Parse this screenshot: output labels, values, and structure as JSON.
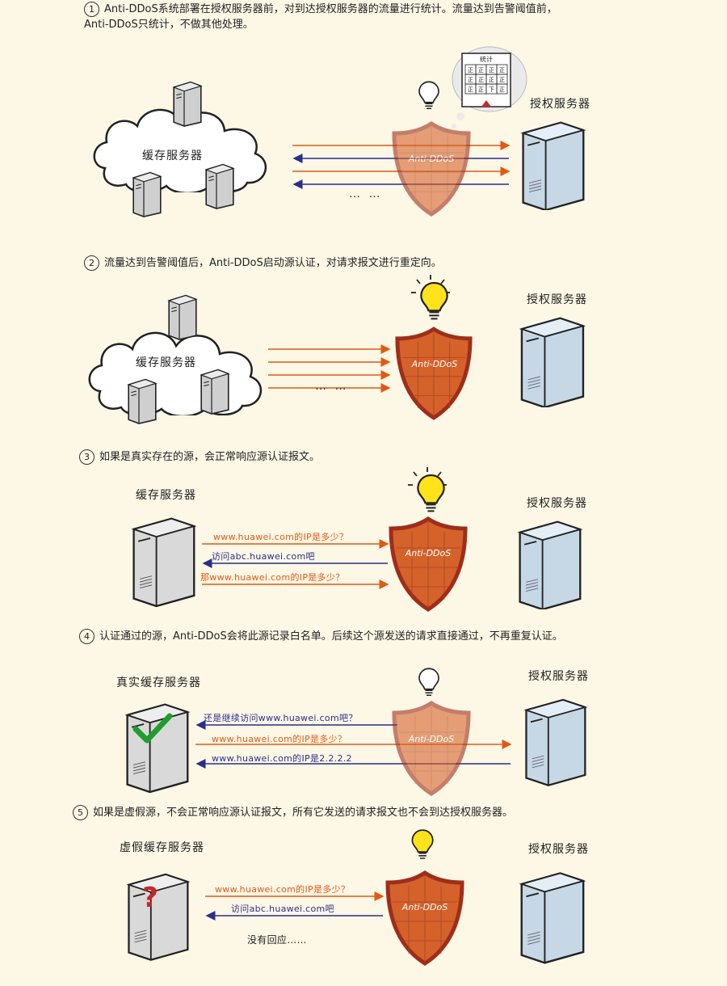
{
  "steps": [
    {
      "number": "1",
      "text": "Anti-DDoS系统部署在授权服务器前，对到达授权服务器的流量进行统计。流量达到告警阈值前，Anti-DDoS只统计，不做其他处理。",
      "left_label": "缓存服务器",
      "right_label": "授权服务器",
      "shield_label": "Anti-DDoS",
      "dots": "… …",
      "bubble_title": "统计",
      "bubble_cells": [
        "正",
        "正",
        "正",
        "正",
        "正",
        "正",
        "正",
        "正",
        "正",
        "正",
        "下",
        "正"
      ]
    },
    {
      "number": "2",
      "text": "流量达到告警阈值后，Anti-DDoS启动源认证，对请求报文进行重定向。",
      "left_label": "缓存服务器",
      "right_label": "授权服务器",
      "shield_label": "Anti-DDoS",
      "dots": "… …"
    },
    {
      "number": "3",
      "text": "如果是真实存在的源，会正常响应源认证报文。",
      "left_label": "缓存服务器",
      "right_label": "授权服务器",
      "shield_label": "Anti-DDoS",
      "messages": [
        "www.huawei.com的IP是多少？",
        "访问abc.huawei.com吧",
        "那www.huawei.com的IP是多少？"
      ]
    },
    {
      "number": "4",
      "text": "认证通过的源，Anti-DDoS会将此源记录白名单。后续这个源发送的请求直接通过，不再重复认证。",
      "left_label": "真实缓存服务器",
      "right_label": "授权服务器",
      "shield_label": "Anti-DDoS",
      "messages": [
        "还是继续访问www.huawei.com吧？",
        "www.huawei.com的IP是多少？",
        "www.huawei.com的IP是2.2.2.2"
      ]
    },
    {
      "number": "5",
      "text": "如果是虚假源，不会正常响应源认证报文，所有它发送的请求报文也不会到达授权服务器。",
      "left_label": "虚假缓存服务器",
      "right_label": "授权服务器",
      "shield_label": "Anti-DDoS",
      "messages": [
        "www.huawei.com的IP是多少？",
        "访问abc.huawei.com吧",
        "没有回应……"
      ]
    }
  ],
  "colors": {
    "request_arrow": "#e05a14",
    "response_arrow": "#2a2f8a",
    "shield_fill": "#d4622a",
    "shield_border": "#9e2e1a",
    "bulb": "#ffe21a",
    "server_blue": "#bcd0e0",
    "server_gray": "#d8d8d8"
  }
}
